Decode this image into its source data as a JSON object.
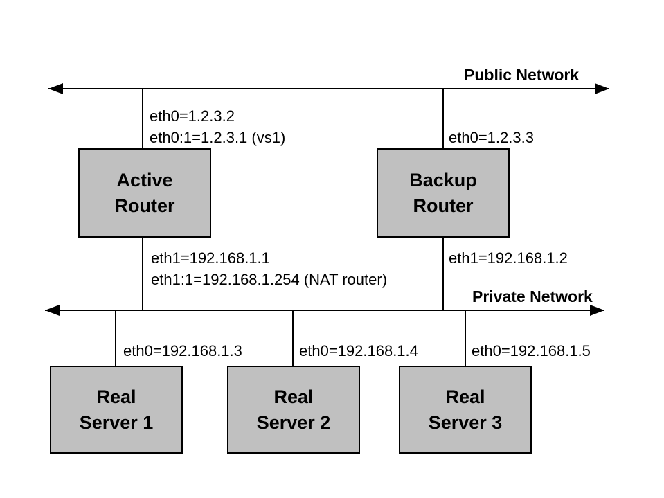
{
  "colors": {
    "node_fill": "#c0c0c0",
    "line": "#000000",
    "background": "#ffffff"
  },
  "networks": {
    "public": {
      "label": "Public Network"
    },
    "private": {
      "label": "Private Network"
    }
  },
  "nodes": {
    "active_router": {
      "label": "Active\nRouter"
    },
    "backup_router": {
      "label": "Backup\nRouter"
    },
    "real_server_1": {
      "label": "Real\nServer 1"
    },
    "real_server_2": {
      "label": "Real\nServer 2"
    },
    "real_server_3": {
      "label": "Real\nServer 3"
    }
  },
  "interface_labels": {
    "active_router_public_ip": "eth0=1.2.3.2",
    "active_router_public_vip": "eth0:1=1.2.3.1 (vs1)",
    "backup_router_public_ip": "eth0=1.2.3.3",
    "active_router_private_ip": "eth1=192.168.1.1",
    "active_router_private_nat": "eth1:1=192.168.1.254 (NAT router)",
    "backup_router_private_ip": "eth1=192.168.1.2",
    "real_server_1_ip": "eth0=192.168.1.3",
    "real_server_2_ip": "eth0=192.168.1.4",
    "real_server_3_ip": "eth0=192.168.1.5"
  }
}
